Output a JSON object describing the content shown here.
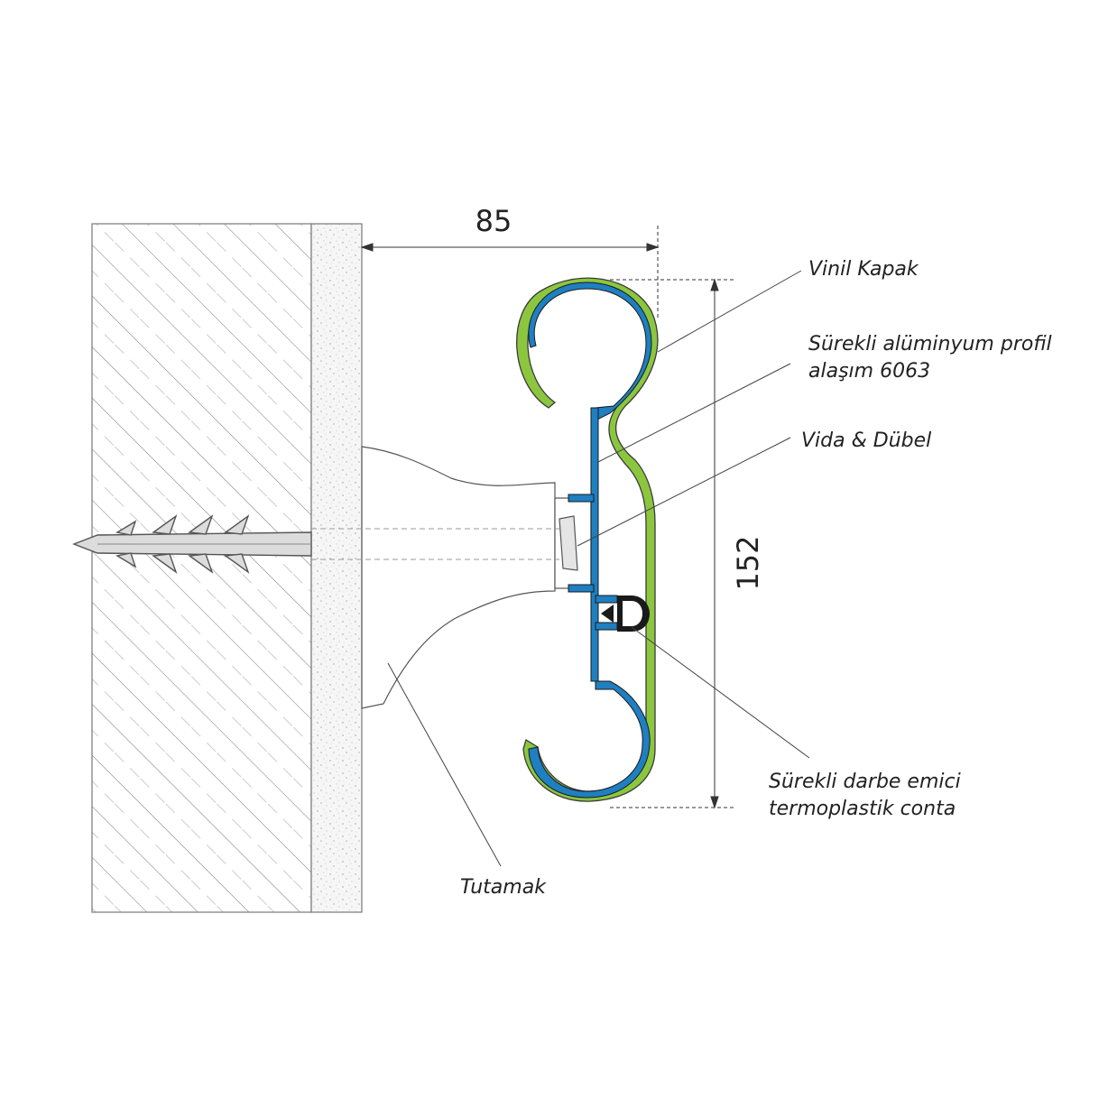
{
  "dimensions": {
    "width_value": "85",
    "height_value": "152"
  },
  "labels": {
    "vinyl_cover": "Vinil Kapak",
    "aluminum_profile_line1": "Sürekli alüminyum profil",
    "aluminum_profile_line2": "alaşım 6063",
    "screw_dowel": "Vida & Dübel",
    "gasket_line1": "Sürekli darbe emici",
    "gasket_line2": "termoplastik  conta",
    "bracket": "Tutamak"
  },
  "colors": {
    "vinyl_green": "#8cc63f",
    "aluminum_blue": "#1f7fc1",
    "gasket_black": "#1a1a1a",
    "line_gray": "#555555"
  }
}
